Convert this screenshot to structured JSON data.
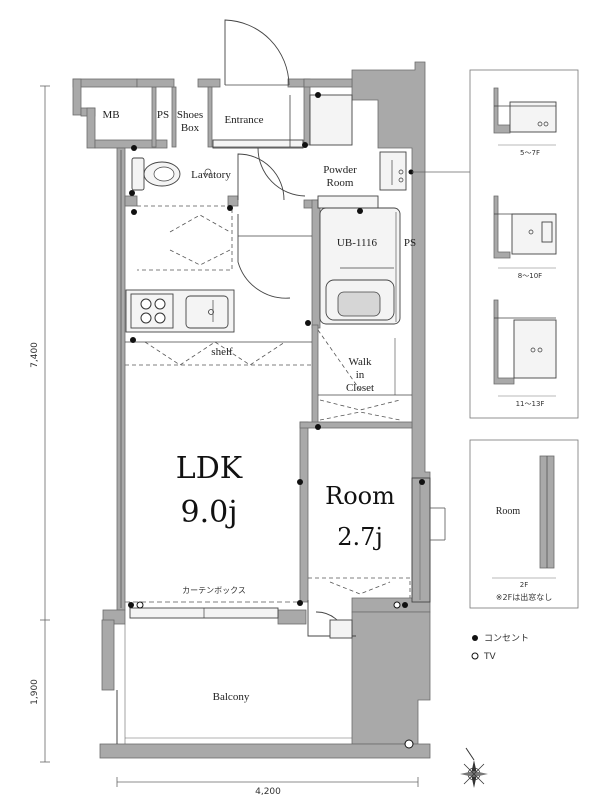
{
  "rooms": {
    "mb": "MB",
    "ps_left": "PS",
    "shoes_box_line1": "Shoes",
    "shoes_box_line2": "Box",
    "entrance": "Entrance",
    "lavatory": "Lavatory",
    "powder_room_line1": "Powder",
    "powder_room_line2": "Room",
    "ub": "UB-1116",
    "ps_right": "PS",
    "shelf": "shelf",
    "walk_in_closet_line1": "Walk",
    "walk_in_closet_line2": "in",
    "walk_in_closet_line3": "Closet",
    "ldk_name": "LDK",
    "ldk_size": "9.0j",
    "room_name": "Room",
    "room_size": "2.7j",
    "curtain_box": "カーテンボックス",
    "balcony": "Balcony"
  },
  "dimensions": {
    "vertical_upper": "7,400",
    "vertical_lower": "1,900",
    "horizontal": "4,200"
  },
  "variants": {
    "floors_a": "5～7F",
    "floors_b": "8～10F",
    "floors_c": "11～13F",
    "room_label": "Room",
    "room_floor": "2F",
    "room_note": "※2Fは出窓なし"
  },
  "legend": {
    "outlet_label": "コンセント",
    "tv_label": "TV"
  }
}
